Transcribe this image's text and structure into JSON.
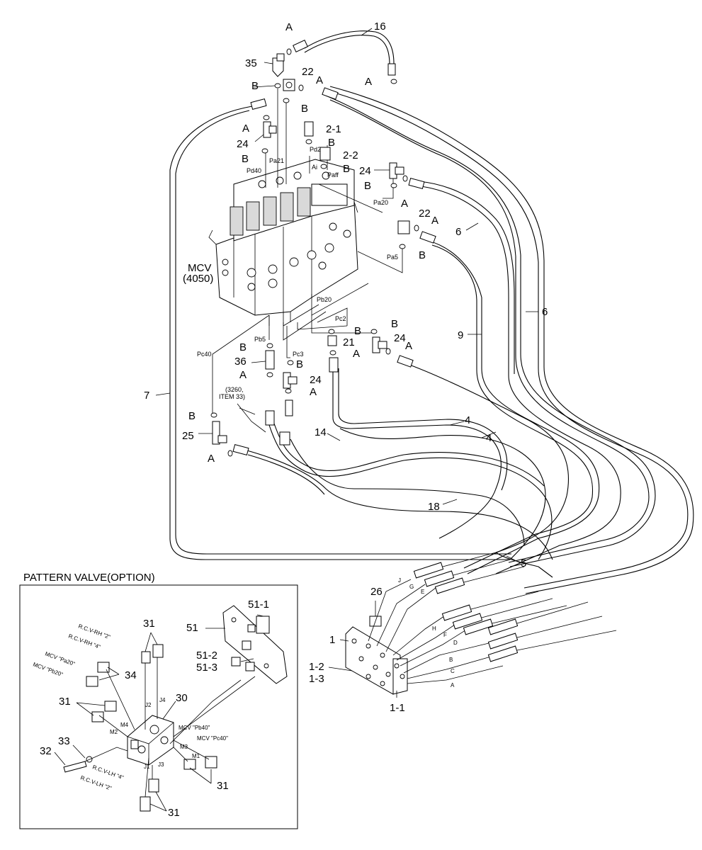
{
  "labels": {
    "a": "A",
    "b": "B",
    "n16": "16",
    "n35": "35",
    "n22": "22",
    "n24": "24",
    "n2_1": "2-1",
    "n2_2": "2-2",
    "n6": "6",
    "n9": "9",
    "n7": "7",
    "n4": "4",
    "n14": "14",
    "n18": "18",
    "n5": "5",
    "n21": "21",
    "n36": "36",
    "n25": "25",
    "n26": "26",
    "n1": "1",
    "n1_1": "1-1",
    "n1_2": "1-2",
    "n1_3": "1-3",
    "n31": "31",
    "n34": "34",
    "n30": "30",
    "n33": "33",
    "n32": "32",
    "n51": "51",
    "n51_1": "51-1",
    "n51_2": "51-2",
    "n51_3": "51-3"
  },
  "ports": {
    "pa21": "Pa21",
    "pd2": "Pd2",
    "pd40": "Pd40",
    "ai": "Ai",
    "paff": "Paff",
    "pa20": "Pa20",
    "pa5": "Pa5",
    "pb20": "Pb20",
    "pc2": "Pc2",
    "pb5": "Pb5",
    "pc3": "Pc3",
    "pc40": "Pc40"
  },
  "mcv": {
    "line1": "MCV",
    "line2": "(4050)"
  },
  "note": {
    "line1": "(3260,",
    "line2": "ITEM 33)"
  },
  "hose_letters": [
    "J",
    "G",
    "E",
    "H",
    "F",
    "D",
    "B",
    "C",
    "A"
  ],
  "inset": {
    "title": "PATTERN VALVE(OPTION)",
    "rcv_rh_2": "R.C.V-RH \"2\"",
    "rcv_rh_4": "R.C.V-RH \"4\"",
    "mcv_pa20": "MCV \"Pa20\"",
    "mcv_pb20": "MCV \"Pb20\"",
    "mcv_pb40": "MCV \"Pb40\"",
    "mcv_pc40": "MCV \"Pc40\"",
    "rcv_lh_4": "R.C.V-LH \"4\"",
    "rcv_lh_2": "R.C.V-LH \"2\"",
    "ports": {
      "j2": "J2",
      "j4": "J4",
      "m4": "M4",
      "m2": "M2",
      "m3": "M3",
      "m1": "M1",
      "j1": "J1",
      "j3": "J3"
    }
  }
}
